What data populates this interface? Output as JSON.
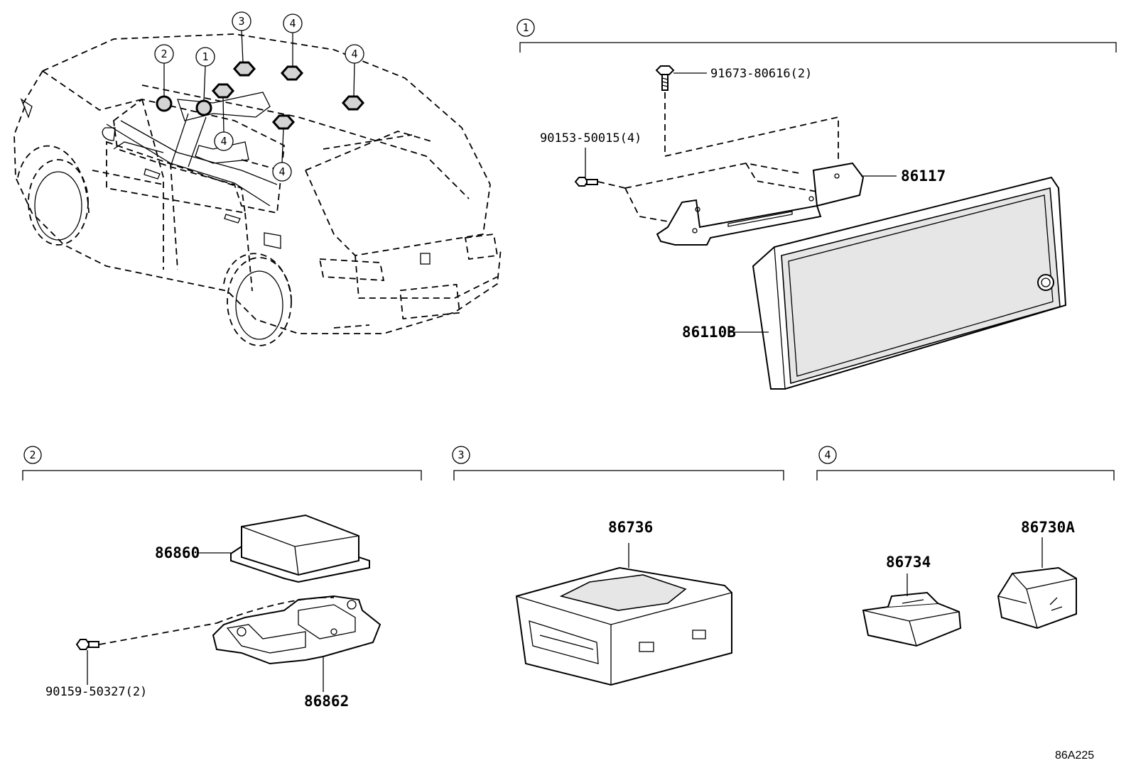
{
  "figure_code": "86A225",
  "car_callouts": [
    {
      "num": "1"
    },
    {
      "num": "2"
    },
    {
      "num": "3"
    },
    {
      "num": "4"
    },
    {
      "num": "4"
    },
    {
      "num": "4"
    },
    {
      "num": "4"
    }
  ],
  "sections": [
    {
      "num": "1"
    },
    {
      "num": "2"
    },
    {
      "num": "3"
    },
    {
      "num": "4"
    }
  ],
  "parts": {
    "p91673": "91673-80616(2)",
    "p90153": "90153-50015(4)",
    "p86117": "86117",
    "p86110b": "86110B",
    "p86860": "86860",
    "p86862": "86862",
    "p90159": "90159-50327(2)",
    "p86736": "86736",
    "p86734": "86734",
    "p86730a": "86730A"
  }
}
